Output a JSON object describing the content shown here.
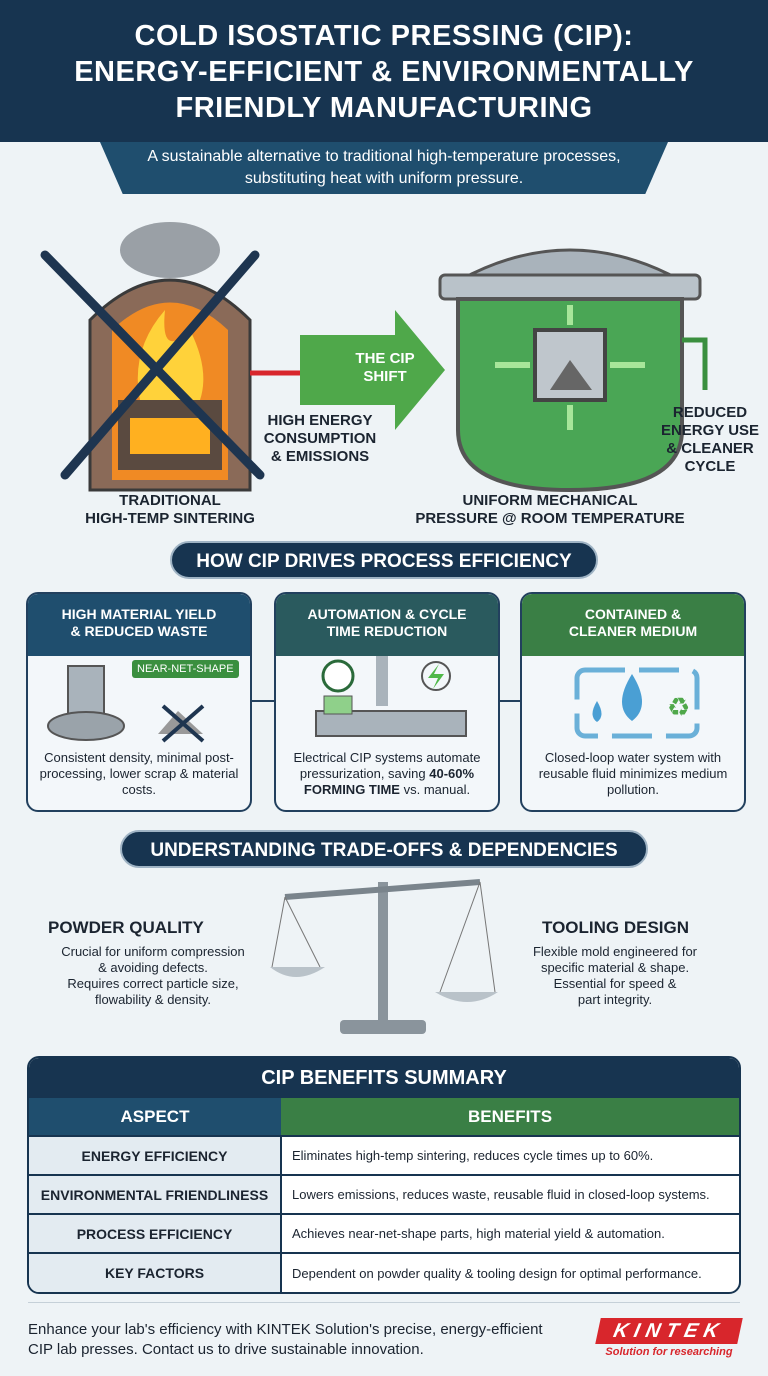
{
  "header": {
    "title_lines": [
      "COLD ISOSTATIC PRESSING (CIP):",
      "ENERGY-EFFICIENT & ENVIRONMENTALLY",
      "FRIENDLY MANUFACTURING"
    ],
    "subtitle_lines": [
      "A sustainable alternative to traditional high-temperature processes,",
      "substituting heat with uniform pressure."
    ]
  },
  "hero": {
    "traditional_lines": [
      "TRADITIONAL",
      "HIGH-TEMP SINTERING"
    ],
    "shift_lines": [
      "THE CIP",
      "SHIFT"
    ],
    "emissions_lines": [
      "HIGH ENERGY",
      "CONSUMPTION",
      "& EMISSIONS"
    ],
    "cip_lines": [
      "UNIFORM MECHANICAL",
      "PRESSURE @ ROOM TEMPERATURE"
    ],
    "reduced_lines": [
      "REDUCED",
      "ENERGY USE",
      "& CLEANER",
      "CYCLE"
    ]
  },
  "efficiency": {
    "title": "HOW CIP DRIVES PROCESS EFFICIENCY",
    "cards": [
      {
        "title_lines": [
          "HIGH MATERIAL YIELD",
          "& REDUCED WASTE"
        ],
        "tag": "NEAR-NET-SHAPE",
        "text": "Consistent density, minimal post-processing, lower scrap & material costs.",
        "color": "#1f4e6e"
      },
      {
        "title_lines": [
          "AUTOMATION & CYCLE",
          "TIME REDUCTION"
        ],
        "text": "Electrical CIP systems automate pressurization, saving",
        "highlight": "40-60% FORMING TIME",
        "text_end": "vs. manual.",
        "color": "#2a5a5e"
      },
      {
        "title_lines": [
          "CONTAINED &",
          "CLEANER MEDIUM"
        ],
        "text": "Closed-loop water system with reusable fluid minimizes medium pollution.",
        "color": "#3a7f45"
      }
    ]
  },
  "tradeoffs": {
    "title": "UNDERSTANDING TRADE-OFFS & DEPENDENCIES",
    "left": {
      "title": "POWDER QUALITY",
      "text_lines": [
        "Crucial for uniform compression",
        "& avoiding defects.",
        "Requires correct particle size,",
        "flowability & density."
      ]
    },
    "right": {
      "title": "TOOLING DESIGN",
      "text_lines": [
        "Flexible mold engineered for",
        "specific material & shape.",
        "Essential for speed &",
        "part integrity."
      ]
    }
  },
  "summary": {
    "title": "CIP BENEFITS SUMMARY",
    "headers": [
      "ASPECT",
      "BENEFITS"
    ],
    "rows": [
      [
        "ENERGY EFFICIENCY",
        "Eliminates high-temp sintering, reduces cycle times up to 60%."
      ],
      [
        "ENVIRONMENTAL FRIENDLINESS",
        "Lowers emissions, reduces waste, reusable fluid in closed-loop systems."
      ],
      [
        "PROCESS EFFICIENCY",
        "Achieves near-net-shape parts, high material yield & automation."
      ],
      [
        "KEY FACTORS",
        "Dependent on powder quality & tooling design for optimal performance."
      ]
    ]
  },
  "footer": {
    "lines": [
      "Enhance your lab's efficiency with KINTEK Solution's precise, energy-efficient",
      "CIP lab presses. Contact us to drive sustainable innovation."
    ],
    "logo": "KINTEK",
    "tagline": "Solution for researching"
  },
  "colors": {
    "navy": "#173450",
    "green": "#3a7f45",
    "red": "#d8262c"
  }
}
